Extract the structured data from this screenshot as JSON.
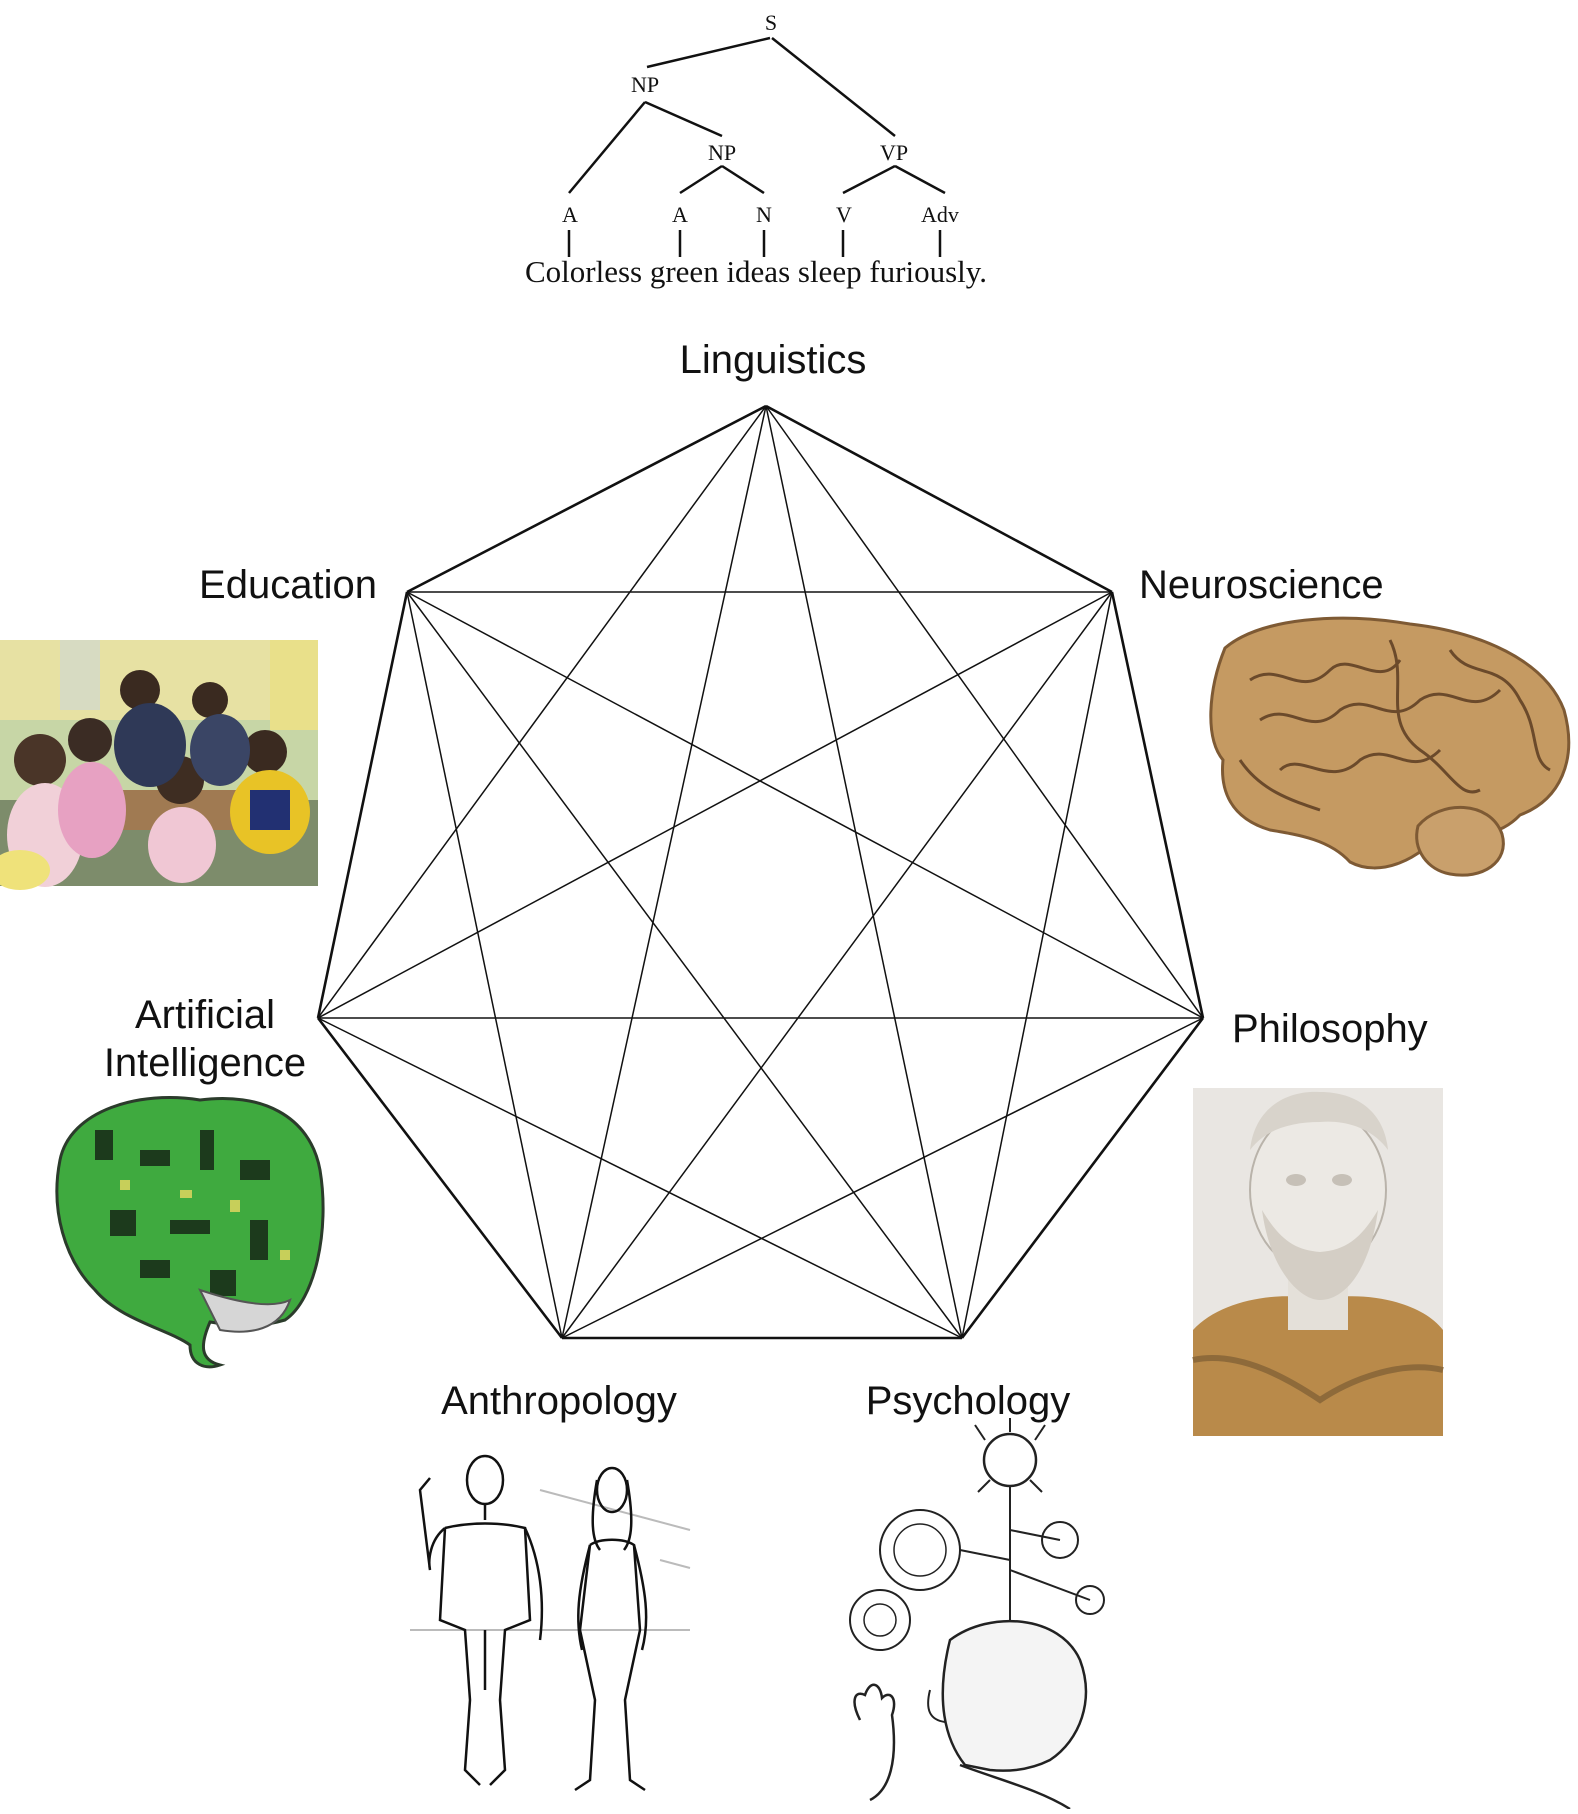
{
  "syntax_tree": {
    "nodes": {
      "s": "S",
      "np": "NP",
      "np2": "NP",
      "vp": "VP",
      "a1": "A",
      "a2": "A",
      "n": "N",
      "v": "V",
      "adv": "Adv"
    },
    "sentence": "Colorless green ideas sleep furiously."
  },
  "fields": {
    "linguistics": "Linguistics",
    "neuroscience": "Neuroscience",
    "philosophy": "Philosophy",
    "psychology": "Psychology",
    "anthropology": "Anthropology",
    "ai_line1": "Artificial",
    "ai_line2": "Intelligence",
    "education": "Education"
  },
  "illustrations": [
    "children-classroom-photo",
    "human-brain-photo",
    "circuit-brain-image",
    "aristotle-bust-photo",
    "human-figures-drawing",
    "mind-engraving"
  ]
}
